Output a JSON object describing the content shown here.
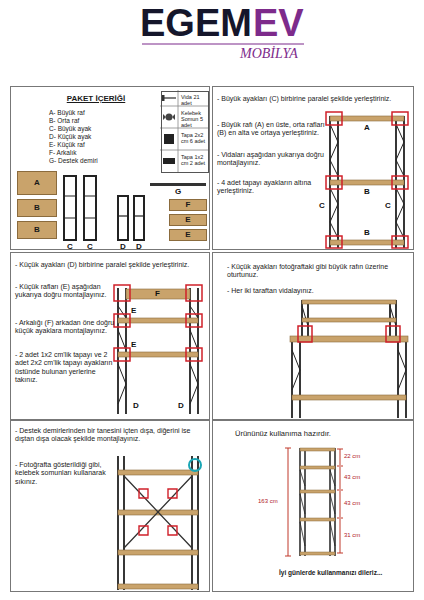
{
  "diagram": {
    "nodes": [
      {
        "text": [
          "PAKET İÇERİĞİ",
          "A- Büyük raf",
          "B- Orta raf",
          "C- Büyük ayak",
          "D- Küçük ayak",
          "E- Küçük raf",
          "F- Arkalık",
          "G- Destek demiri"
        ]
      },
      {
        "text": [
          "Vida 21 adet",
          "Kelebek Somun 5 adet",
          "Tapa 2x2 cm 6 adet",
          "Tapa 1x2 cm 2 adet"
        ],
        "in": 0
      },
      {
        "text": [
          "A"
        ],
        "in": 0
      },
      {
        "text": [
          "B"
        ],
        "in": 0
      },
      {
        "text": [
          "B"
        ],
        "in": 0
      },
      {
        "text": [
          "F"
        ],
        "in": 0
      },
      {
        "text": [
          "E"
        ],
        "in": 0
      },
      {
        "text": [
          "E"
        ],
        "in": 0
      },
      {
        "text": [
          "- Büyük ayakları (C) birbirine paralel şekilde yerleştiriniz.",
          "- Büyük rafı (A) en üste, orta rafları (B) en alta ve ortaya yerleştiriniz.",
          "- Vidaları aşağıdan yukarıya doğru montajlayınız.",
          "- 4 adet tapayı ayakların altına yerleştiriniz."
        ]
      },
      {
        "text": [
          "- Küçük ayakları (D) birbirine paralel şekilde yerleştiriniz.",
          "- Küçük rafları (E) aşağıdan yukarıya doğru montajlayınız.",
          "- Arkalığı (F) arkadan öne doğru küçük ayaklara montajlayınız.",
          "- 2 adet 1x2 cm'lik tapayı ve 2 adet 2x2 cm'lik tapayı ayakların üstünde bulunan yerlerine takınız."
        ]
      },
      {
        "text": [
          "- Küçük ayakları fotoğraftaki gibi büyük rafın üzerine oturtunuz.",
          "- Her iki taraftan vidalayınız."
        ]
      },
      {
        "text": [
          "- Destek demirlerinden bir tanesini içten dışa, diğerini ise dıştan dışa olacak şekilde montajlayınız.",
          "- Fotoğrafta gösterildiği gibi, kelebek somunları kullanarak sıkınız."
        ]
      },
      {
        "text": [
          "Ürününüz kullanıma hazırdır.",
          "İyi günlerde kullanmanızı dileriz..."
        ]
      }
    ],
    "labels": [
      "EGEM",
      "EV",
      "MOBİLYA",
      "C",
      "C",
      "D",
      "D",
      "G",
      "A",
      "B",
      "C",
      "C",
      "B",
      "F",
      "E",
      "E",
      "D",
      "D",
      "22 cm",
      "43 cm",
      "163 cm",
      "43 cm",
      "31 cm"
    ]
  }
}
